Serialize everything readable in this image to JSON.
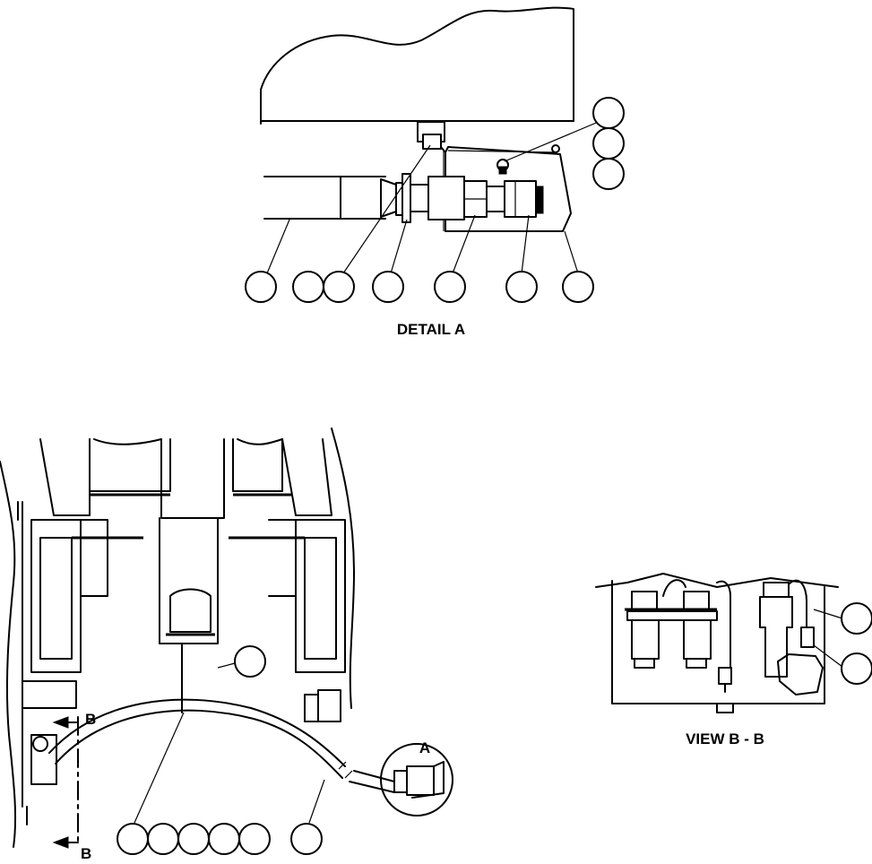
{
  "labels": {
    "detail_a": "DETAIL A",
    "view_bb": "VIEW B - B",
    "detail_marker": "A",
    "section_top": "B",
    "section_bottom": "B"
  },
  "callout_bubbles": {
    "detail_a_right_stack": 3,
    "detail_a_bottom_row": 7,
    "main_view_upper": 1,
    "main_view_bottom_group": 5,
    "main_view_hose": 1,
    "view_bb": 2
  },
  "colors": {
    "line": "#000000",
    "background": "#ffffff"
  }
}
